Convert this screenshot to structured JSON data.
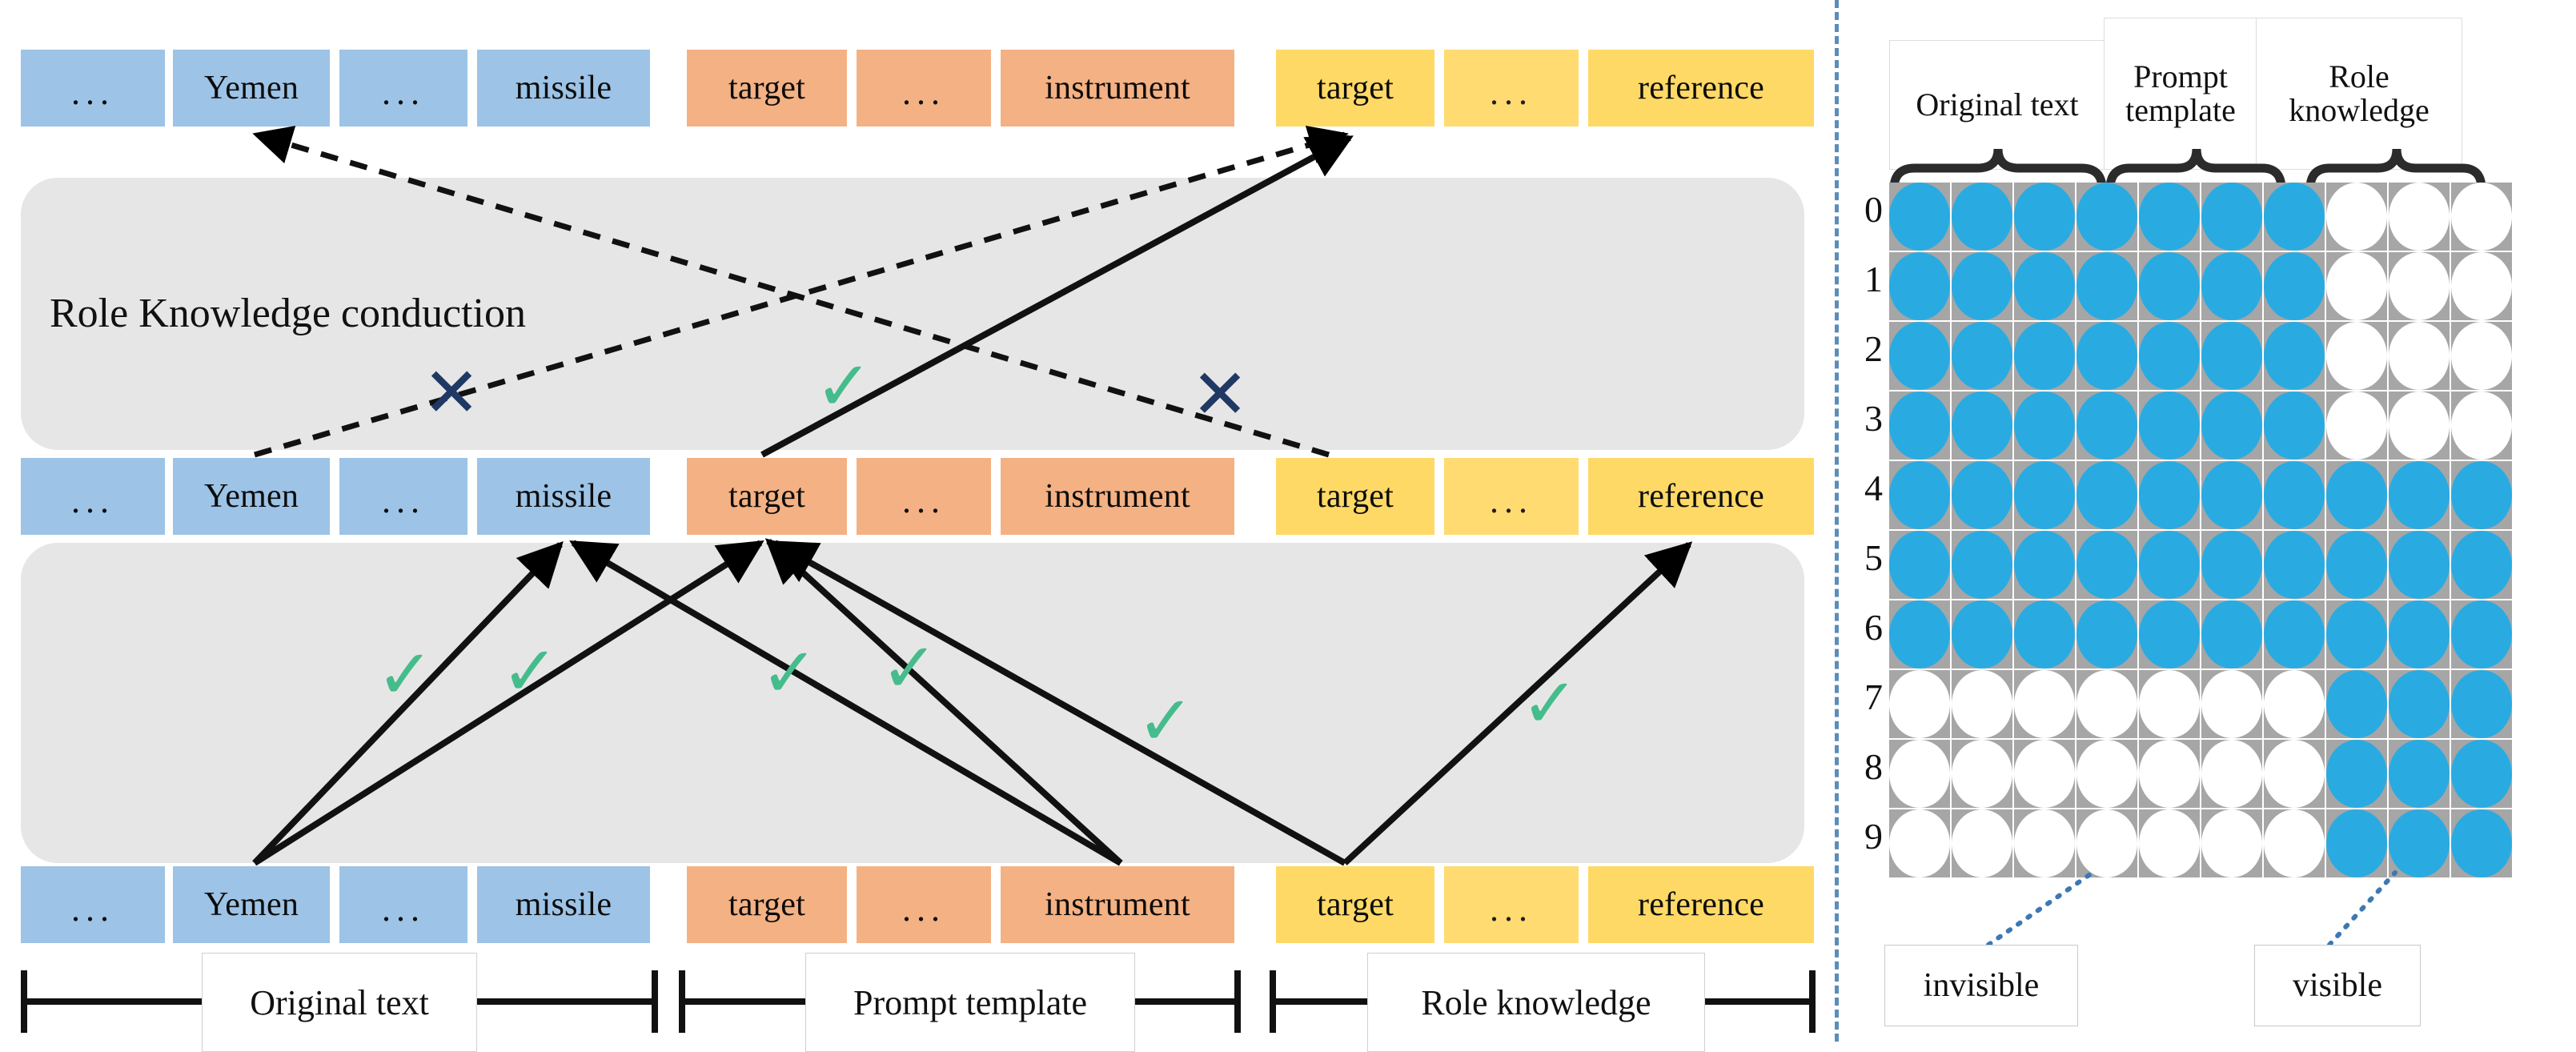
{
  "diagram": {
    "title": "Role Knowledge conduction",
    "colors": {
      "original_text": "#9DC3E6",
      "prompt_template": "#F4B183",
      "role_knowledge": "#FFD966",
      "band": "#E7E6E6",
      "tick": "#45BC8C",
      "cross": "#1F3864",
      "visible_dot": "#29ABE2",
      "invisible_dot": "#FFFFFF",
      "cell_bg": "#A6A6A6",
      "divider": "#5B8DB8"
    },
    "band_label": "Role Knowledge conduction",
    "rows": [
      {
        "name": "top-token-row",
        "tokens": [
          {
            "text": "...",
            "group": "original_text",
            "kind": "ellipsis"
          },
          {
            "text": "Yemen",
            "group": "original_text",
            "kind": "word"
          },
          {
            "text": "...",
            "group": "original_text",
            "kind": "ellipsis"
          },
          {
            "text": "missile",
            "group": "original_text",
            "kind": "word"
          },
          {
            "text": "target",
            "group": "prompt_template",
            "kind": "word"
          },
          {
            "text": "...",
            "group": "prompt_template",
            "kind": "ellipsis"
          },
          {
            "text": "instrument",
            "group": "prompt_template",
            "kind": "word"
          },
          {
            "text": "target",
            "group": "role_knowledge",
            "kind": "word"
          },
          {
            "text": "...",
            "group": "role_knowledge",
            "kind": "ellipsis"
          },
          {
            "text": "reference",
            "group": "role_knowledge",
            "kind": "word"
          }
        ]
      },
      {
        "name": "middle-token-row",
        "tokens": [
          {
            "text": "...",
            "group": "original_text",
            "kind": "ellipsis"
          },
          {
            "text": "Yemen",
            "group": "original_text",
            "kind": "word"
          },
          {
            "text": "...",
            "group": "original_text",
            "kind": "ellipsis"
          },
          {
            "text": "missile",
            "group": "original_text",
            "kind": "word"
          },
          {
            "text": "target",
            "group": "prompt_template",
            "kind": "word"
          },
          {
            "text": "...",
            "group": "prompt_template",
            "kind": "ellipsis"
          },
          {
            "text": "instrument",
            "group": "prompt_template",
            "kind": "word"
          },
          {
            "text": "target",
            "group": "role_knowledge",
            "kind": "word"
          },
          {
            "text": "...",
            "group": "role_knowledge",
            "kind": "ellipsis"
          },
          {
            "text": "reference",
            "group": "role_knowledge",
            "kind": "word"
          }
        ]
      },
      {
        "name": "bottom-token-row",
        "tokens": [
          {
            "text": "...",
            "group": "original_text",
            "kind": "ellipsis"
          },
          {
            "text": "Yemen",
            "group": "original_text",
            "kind": "word"
          },
          {
            "text": "...",
            "group": "original_text",
            "kind": "ellipsis"
          },
          {
            "text": "missile",
            "group": "original_text",
            "kind": "word"
          },
          {
            "text": "target",
            "group": "prompt_template",
            "kind": "word"
          },
          {
            "text": "...",
            "group": "prompt_template",
            "kind": "ellipsis"
          },
          {
            "text": "instrument",
            "group": "prompt_template",
            "kind": "word"
          },
          {
            "text": "target",
            "group": "role_knowledge",
            "kind": "word"
          },
          {
            "text": "...",
            "group": "role_knowledge",
            "kind": "ellipsis"
          },
          {
            "text": "reference",
            "group": "role_knowledge",
            "kind": "word"
          }
        ]
      }
    ],
    "group_labels": [
      {
        "text": "Original text"
      },
      {
        "text": "Prompt template"
      },
      {
        "text": "Role knowledge"
      }
    ],
    "marks_upper_band": [
      {
        "symbol": "✕",
        "type": "cross"
      },
      {
        "symbol": "✓",
        "type": "tick"
      },
      {
        "symbol": "✕",
        "type": "cross"
      }
    ],
    "marks_lower_band": [
      {
        "symbol": "✓",
        "type": "tick"
      },
      {
        "symbol": "✓",
        "type": "tick"
      },
      {
        "symbol": "✓",
        "type": "tick"
      },
      {
        "symbol": "✓",
        "type": "tick"
      },
      {
        "symbol": "✓",
        "type": "tick"
      },
      {
        "symbol": "✓",
        "type": "tick"
      }
    ]
  },
  "matrix": {
    "column_headers": [
      "Original text",
      "Prompt\ntemplate",
      "Role\nknowledge"
    ],
    "column_header_1": "Original text",
    "column_header_2": "Prompt template",
    "column_header_3": "Role knowledge",
    "column_spans": [
      4,
      3,
      3
    ],
    "row_labels": [
      "0",
      "1",
      "2",
      "3",
      "4",
      "5",
      "6",
      "7",
      "8",
      "9"
    ],
    "legend": [
      {
        "label": "invisible",
        "state": 0
      },
      {
        "label": "visible",
        "state": 1
      }
    ],
    "legend_invisible": "invisible",
    "legend_visible": "visible",
    "cells": [
      [
        1,
        1,
        1,
        1,
        1,
        1,
        1,
        0,
        0,
        0
      ],
      [
        1,
        1,
        1,
        1,
        1,
        1,
        1,
        0,
        0,
        0
      ],
      [
        1,
        1,
        1,
        1,
        1,
        1,
        1,
        0,
        0,
        0
      ],
      [
        1,
        1,
        1,
        1,
        1,
        1,
        1,
        0,
        0,
        0
      ],
      [
        1,
        1,
        1,
        1,
        1,
        1,
        1,
        1,
        1,
        1
      ],
      [
        1,
        1,
        1,
        1,
        1,
        1,
        1,
        1,
        1,
        1
      ],
      [
        1,
        1,
        1,
        1,
        1,
        1,
        1,
        1,
        1,
        1
      ],
      [
        0,
        0,
        0,
        0,
        0,
        0,
        0,
        1,
        1,
        1
      ],
      [
        0,
        0,
        0,
        0,
        0,
        0,
        0,
        1,
        1,
        1
      ],
      [
        0,
        0,
        0,
        0,
        0,
        0,
        0,
        1,
        1,
        1
      ]
    ]
  }
}
